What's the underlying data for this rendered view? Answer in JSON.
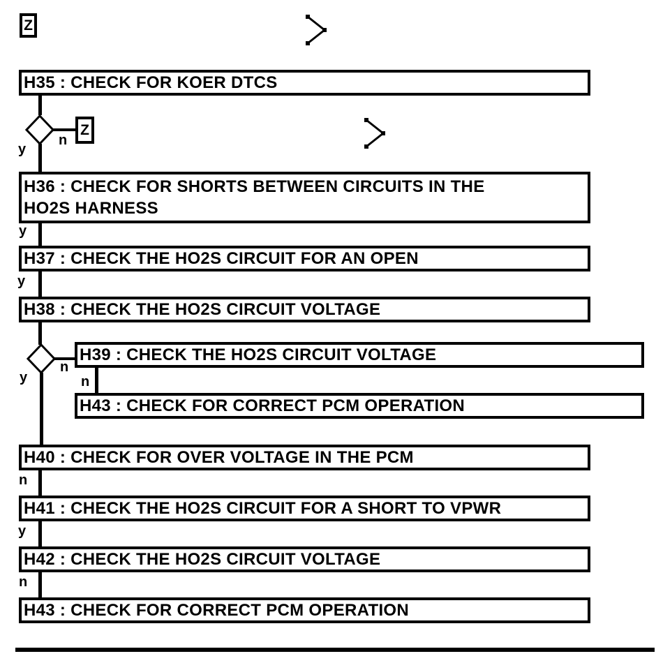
{
  "page": {
    "background_color": "#ffffff",
    "line_color": "#000000"
  },
  "connectors": {
    "top_letter": "Z",
    "branch_letter": "Z"
  },
  "boxes": [
    {
      "id": "H35",
      "label": "H35 : CHECK FOR KOER DTCS"
    },
    {
      "id": "H36",
      "label": "H36 : CHECK FOR SHORTS BETWEEN CIRCUITS IN THE",
      "label2": "HO2S HARNESS"
    },
    {
      "id": "H37",
      "label": "H37 : CHECK THE HO2S CIRCUIT FOR AN OPEN"
    },
    {
      "id": "H38",
      "label": "H38 : CHECK THE HO2S CIRCUIT VOLTAGE"
    },
    {
      "id": "H39",
      "label": "H39 : CHECK THE HO2S CIRCUIT VOLTAGE"
    },
    {
      "id": "H43a",
      "label": "H43 : CHECK FOR CORRECT PCM OPERATION"
    },
    {
      "id": "H40",
      "label": "H40 : CHECK FOR OVER VOLTAGE IN THE PCM"
    },
    {
      "id": "H41",
      "label": "H41 : CHECK THE HO2S CIRCUIT FOR A SHORT TO VPWR"
    },
    {
      "id": "H42",
      "label": "H42 : CHECK THE HO2S CIRCUIT VOLTAGE"
    },
    {
      "id": "H43b",
      "label": "H43 : CHECK FOR CORRECT PCM OPERATION"
    }
  ],
  "branch_labels": {
    "d1_yes": "y",
    "d1_no": "n",
    "h36_out": "y",
    "h37_out": "y",
    "d2_yes": "y",
    "d2_no": "n",
    "h39_out": "n",
    "h40_out": "n",
    "h41_out": "y",
    "h42_out": "n"
  }
}
